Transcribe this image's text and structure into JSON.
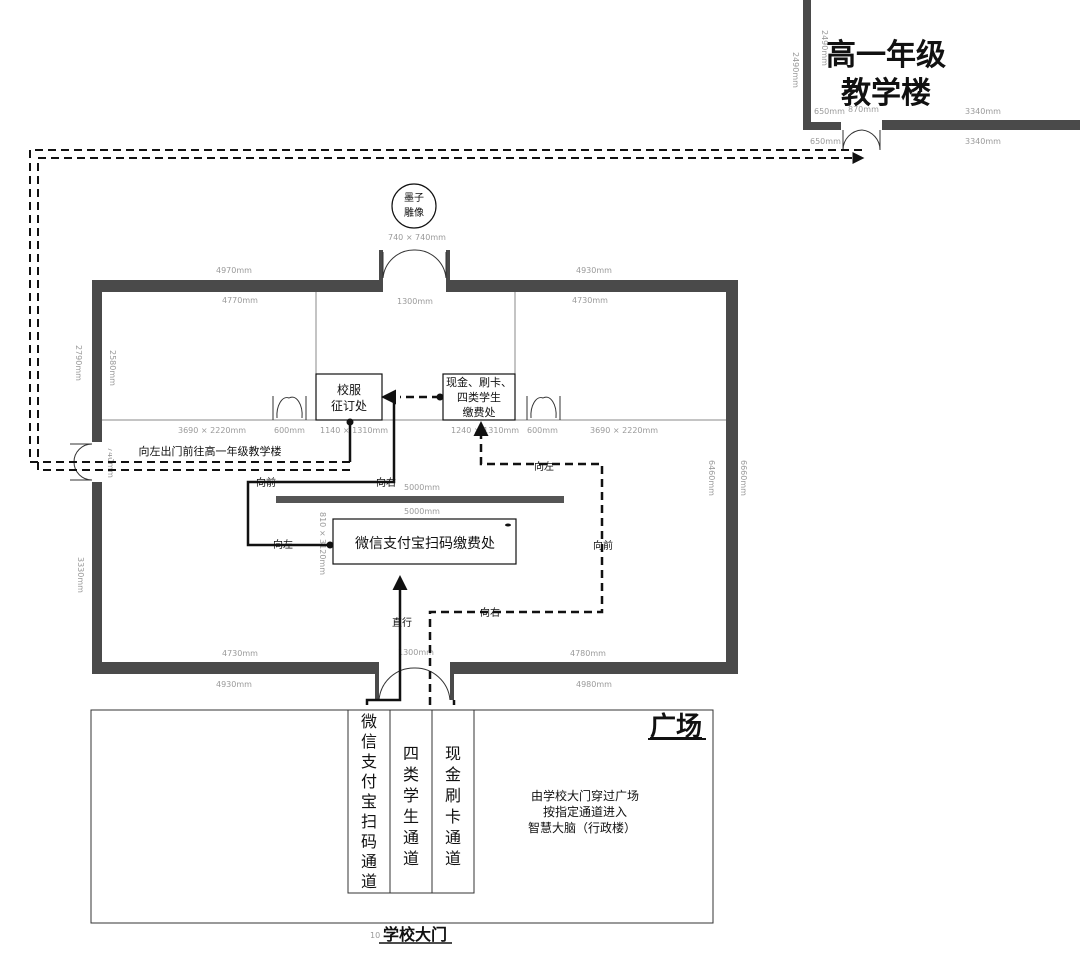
{
  "building": {
    "line1": "高一年级",
    "line2": "教学楼"
  },
  "statue": {
    "line1": "墨子",
    "line2": "雕像"
  },
  "rooms": {
    "uniform_l1": "校服",
    "uniform_l2": "征订处",
    "cash_l1": "现金、刷卡、",
    "cash_l2": "四类学生",
    "cash_l3": "缴费处",
    "scan": "微信支付宝扫码缴费处"
  },
  "plaza": "广场",
  "gate": "学校大门",
  "gate_prefix": "10",
  "exit_route": "向左出门前往高一年级教学楼",
  "directions": {
    "forward": "向前",
    "right": "向右",
    "left": "向左",
    "straight": "直行",
    "right_lower": "向右",
    "forward_right": "向前",
    "left_mid": "向左"
  },
  "channels": {
    "wechat": [
      "微",
      "信",
      "支",
      "付",
      "宝",
      "扫",
      "码",
      "通",
      "道"
    ],
    "four": [
      "四",
      "类",
      "学",
      "生",
      "通",
      "道"
    ],
    "cash": [
      "现",
      "金",
      "刷",
      "卡",
      "通",
      "道"
    ]
  },
  "instructions": {
    "line1": "由学校大门穿过广场",
    "line2": "按指定通道进入",
    "line3": "智慧大脑（行政楼）"
  },
  "dimensions": {
    "d_4970": "4970mm",
    "d_4930_top": "4930mm",
    "d_4770": "4770mm",
    "d_4730_top": "4730mm",
    "d_1300_top": "1300mm",
    "d_740x740": "740 × 740mm",
    "d_2790": "2790mm",
    "d_2580": "2580mm",
    "d_3690_l": "3690 × 2220mm",
    "d_600_l": "600mm",
    "d_1140": "1140 × 1310mm",
    "d_1240": "1240 × 1310mm",
    "d_600_r": "600mm",
    "d_3690_r": "3690 × 2220mm",
    "d_740": "740mm",
    "d_6460": "6460mm",
    "d_6660": "6660mm",
    "d_5000_a": "5000mm",
    "d_5000_b": "5000mm",
    "d_810": "810 × 3120mm",
    "d_3330": "3330mm",
    "d_4730_bot": "4730mm",
    "d_1300_bot": "1300mm",
    "d_4780": "4780mm",
    "d_4930_bot": "4930mm",
    "d_4980": "4980mm",
    "d_2490": "2490mm",
    "d_2490b": "2490mm",
    "d_650_a": "650mm",
    "d_870": "870mm",
    "d_3340_a": "3340mm",
    "d_650_b": "650mm",
    "d_3340_b": "3340mm"
  }
}
